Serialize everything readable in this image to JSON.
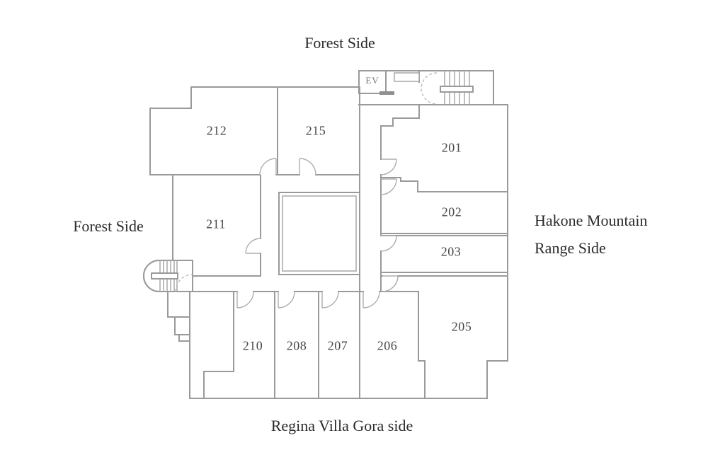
{
  "floor_plan": {
    "type": "floor-plan",
    "side_labels": {
      "top": "Forest Side",
      "left": "Forest Side",
      "right_line1": "Hakone Mountain",
      "right_line2": "Range Side",
      "bottom": "Regina Villa Gora side"
    },
    "elevator_label": "EV",
    "highlighted_room": "202",
    "highlight_color": "#e9e6cf",
    "wall_color": "#9a9a9a",
    "rooms": [
      {
        "number": "201",
        "highlighted": false
      },
      {
        "number": "202",
        "highlighted": true
      },
      {
        "number": "203",
        "highlighted": false
      },
      {
        "number": "205",
        "highlighted": false
      },
      {
        "number": "206",
        "highlighted": false
      },
      {
        "number": "207",
        "highlighted": false
      },
      {
        "number": "208",
        "highlighted": false
      },
      {
        "number": "210",
        "highlighted": false
      },
      {
        "number": "211",
        "highlighted": false
      },
      {
        "number": "212",
        "highlighted": false
      },
      {
        "number": "215",
        "highlighted": false
      }
    ]
  }
}
